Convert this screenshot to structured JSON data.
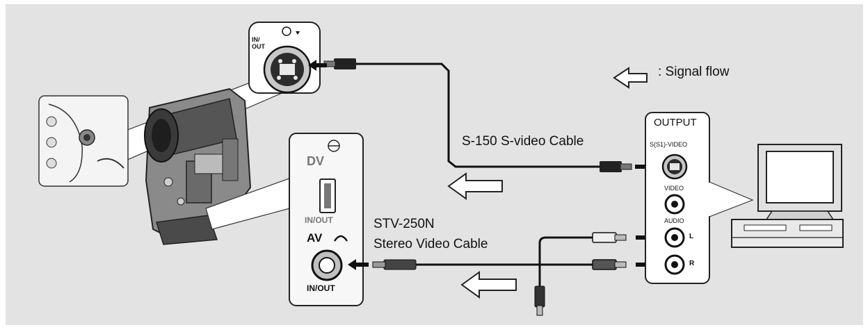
{
  "legend": {
    "text": ": Signal flow"
  },
  "camcorder_port": {
    "label": "IN/\nOUT"
  },
  "terminal_panel": {
    "dv_label": "DV",
    "dv_inout": "IN/OUT",
    "av_label": "AV",
    "av_inout": "IN/OUT"
  },
  "output_panel": {
    "title": "OUTPUT",
    "svideo_label": "S(S1)-VIDEO",
    "video_label": "VIDEO",
    "audio_label": "AUDIO",
    "left_label": "L",
    "right_label": "R"
  },
  "cables": {
    "svideo_label": "S-150 S-video Cable",
    "stereo_model": "STV-250N",
    "stereo_name": "Stereo Video Cable"
  },
  "colors": {
    "background": "#e3e3e3",
    "panel": "#ffffff",
    "ink": "#111111"
  }
}
